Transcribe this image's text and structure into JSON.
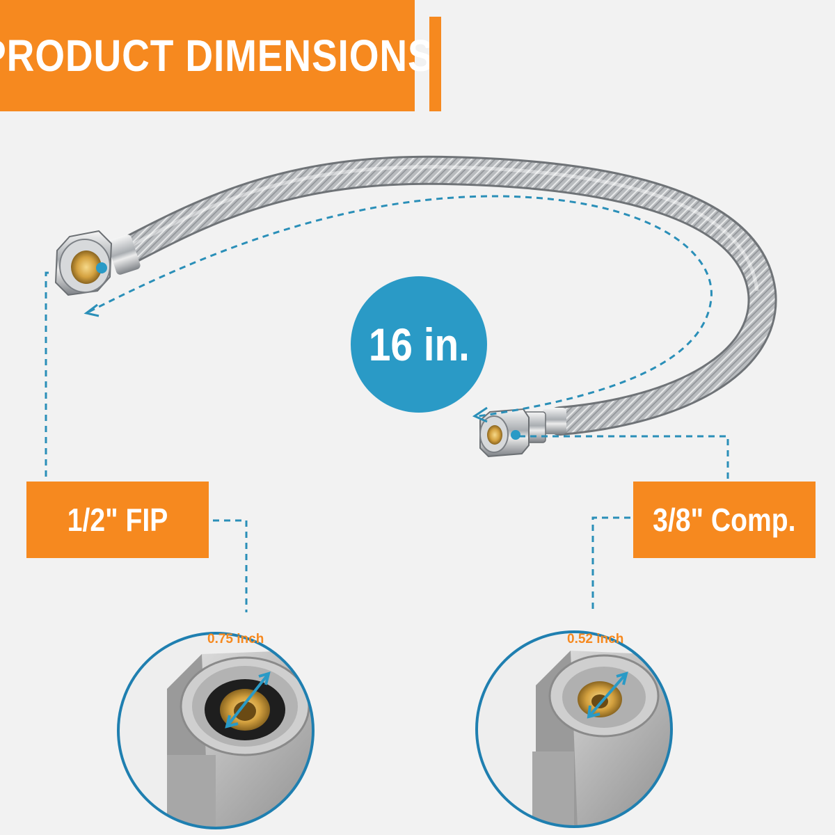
{
  "title": "PRODUCT DIMENSIONS",
  "length_badge": "16 in.",
  "left_connector": {
    "label": "1/2\" FIP",
    "measurement": "0.75 inch"
  },
  "right_connector": {
    "label": "3/8\" Comp.",
    "measurement": "0.52 inch"
  },
  "colors": {
    "accent_orange": "#f6891f",
    "accent_blue": "#2a9ac6",
    "background": "#f2f2f2"
  },
  "icons": [
    "braided-hose-image",
    "nut-closeup-left",
    "nut-closeup-right"
  ]
}
